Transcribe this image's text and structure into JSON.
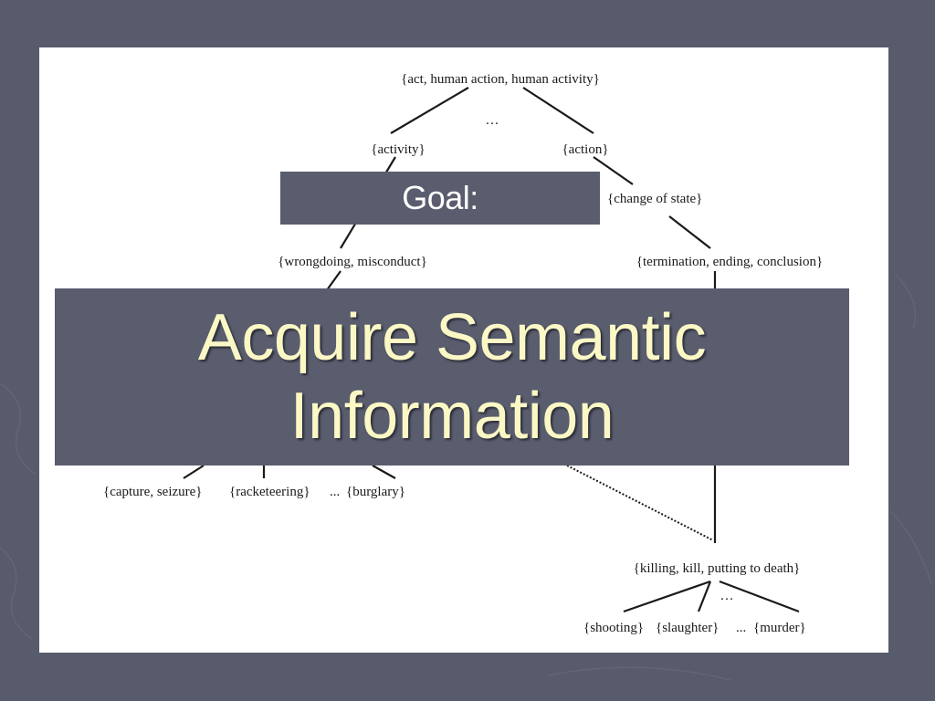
{
  "slide": {
    "goal_label": "Goal:",
    "title_line1": "Acquire Semantic",
    "title_line2": "Information"
  },
  "diagram": {
    "nodes": {
      "root": "{act, human action, human activity}",
      "root_ellipsis": "…",
      "activity": "{activity}",
      "action": "{action}",
      "change_of_state": "{change of state}",
      "wrongdoing": "{wrongdoing, misconduct}",
      "termination": "{termination, ending, conclusion}",
      "capture": "{capture, seizure}",
      "racketeering": "{racketeering}",
      "leaf_ellipsis_1": "...",
      "burglary": "{burglary}",
      "killing": "{killing, kill, putting to death}",
      "killing_ellipsis": "…",
      "shooting": "{shooting}",
      "slaughter": "{slaughter}",
      "leaf_ellipsis_2": "...",
      "murder": "{murder}"
    }
  },
  "colors": {
    "background": "#585b6c",
    "box": "#5a5d6e",
    "title_text": "#fbf8c6",
    "goal_text": "#ffffff"
  }
}
